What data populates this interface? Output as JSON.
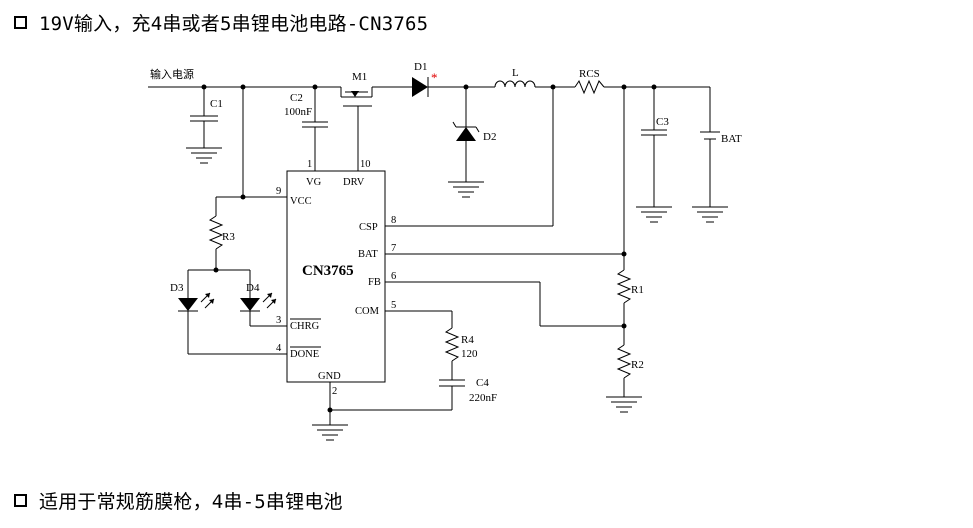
{
  "headings": {
    "top": "19V输入，充4串或者5串锂电池电路-CN3765",
    "bottom": "适用于常规筋膜枪，4串-5串锂电池"
  },
  "schematic": {
    "input_label": "输入电源",
    "chip_name": "CN3765",
    "components": {
      "c1": "C1",
      "c2": "C2",
      "c2_value": "100nF",
      "m1": "M1",
      "d1": "D1",
      "d1_mark": "*",
      "l": "L",
      "rcs": "RCS",
      "d2": "D2",
      "c3": "C3",
      "bat": "BAT",
      "r3": "R3",
      "d3": "D3",
      "d4": "D4",
      "r1": "R1",
      "r2": "R2",
      "r4": "R4",
      "r4_value": "120",
      "c4": "C4",
      "c4_value": "220nF"
    },
    "pins": {
      "vg": "VG",
      "vg_num": "1",
      "drv": "DRV",
      "drv_num": "10",
      "vcc": "VCC",
      "vcc_num": "9",
      "csp": "CSP",
      "csp_num": "8",
      "bat": "BAT",
      "bat_num": "7",
      "fb": "FB",
      "fb_num": "6",
      "com": "COM",
      "com_num": "5",
      "chrg": "CHRG",
      "chrg_num": "3",
      "done": "DONE",
      "done_num": "4",
      "gnd": "GND",
      "gnd_num": "2"
    }
  }
}
